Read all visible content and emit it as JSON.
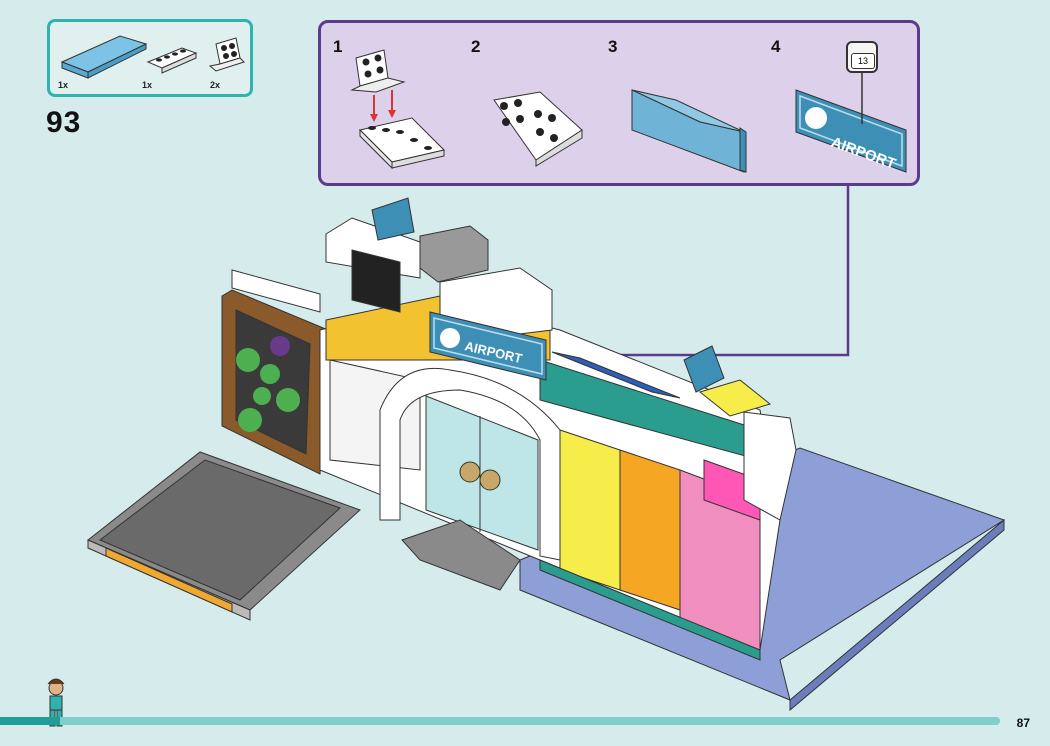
{
  "parts": {
    "items": [
      {
        "qty": "1x",
        "icon": "blue-tile-icon"
      },
      {
        "qty": "1x",
        "icon": "white-plate-icon"
      },
      {
        "qty": "2x",
        "icon": "bracket-plate-icon"
      }
    ]
  },
  "step": {
    "number": "93"
  },
  "substeps": [
    {
      "number": "1"
    },
    {
      "number": "2"
    },
    {
      "number": "3"
    },
    {
      "number": "4"
    }
  ],
  "sticker": {
    "ref": "13",
    "text": "AIRPORT"
  },
  "model_sign": {
    "text": "AIRPORT"
  },
  "page": {
    "number": "87"
  },
  "colors": {
    "teal": "#2fb3ad",
    "purple": "#5c3a8c",
    "sign_blue": "#3d8fb5",
    "plate_blue": "#8e9fd8"
  }
}
